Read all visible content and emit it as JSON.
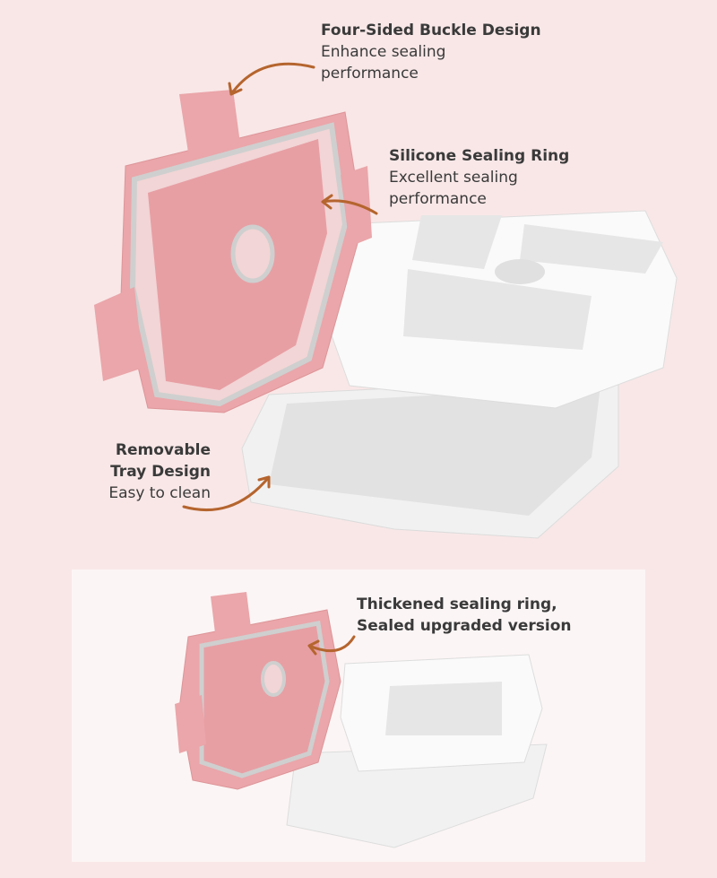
{
  "callouts": {
    "buckle": {
      "title": "Four-Sided Buckle Design",
      "text": "Enhance sealing performance"
    },
    "silicone": {
      "title": "Silicone Sealing Ring",
      "text": "Excellent sealing performance"
    },
    "tray": {
      "title_line1": "Removable",
      "title_line2": "Tray Design",
      "text": "Easy to clean"
    },
    "thickened": {
      "line1": "Thickened sealing ring,",
      "line2": "Sealed upgraded version"
    }
  },
  "colors": {
    "background": "#f9e7e7",
    "panel": "#fcf5f5",
    "lid_pink": "#eaa6aa",
    "tray_white": "#f2f2f2",
    "arrow": "#b5652e"
  }
}
